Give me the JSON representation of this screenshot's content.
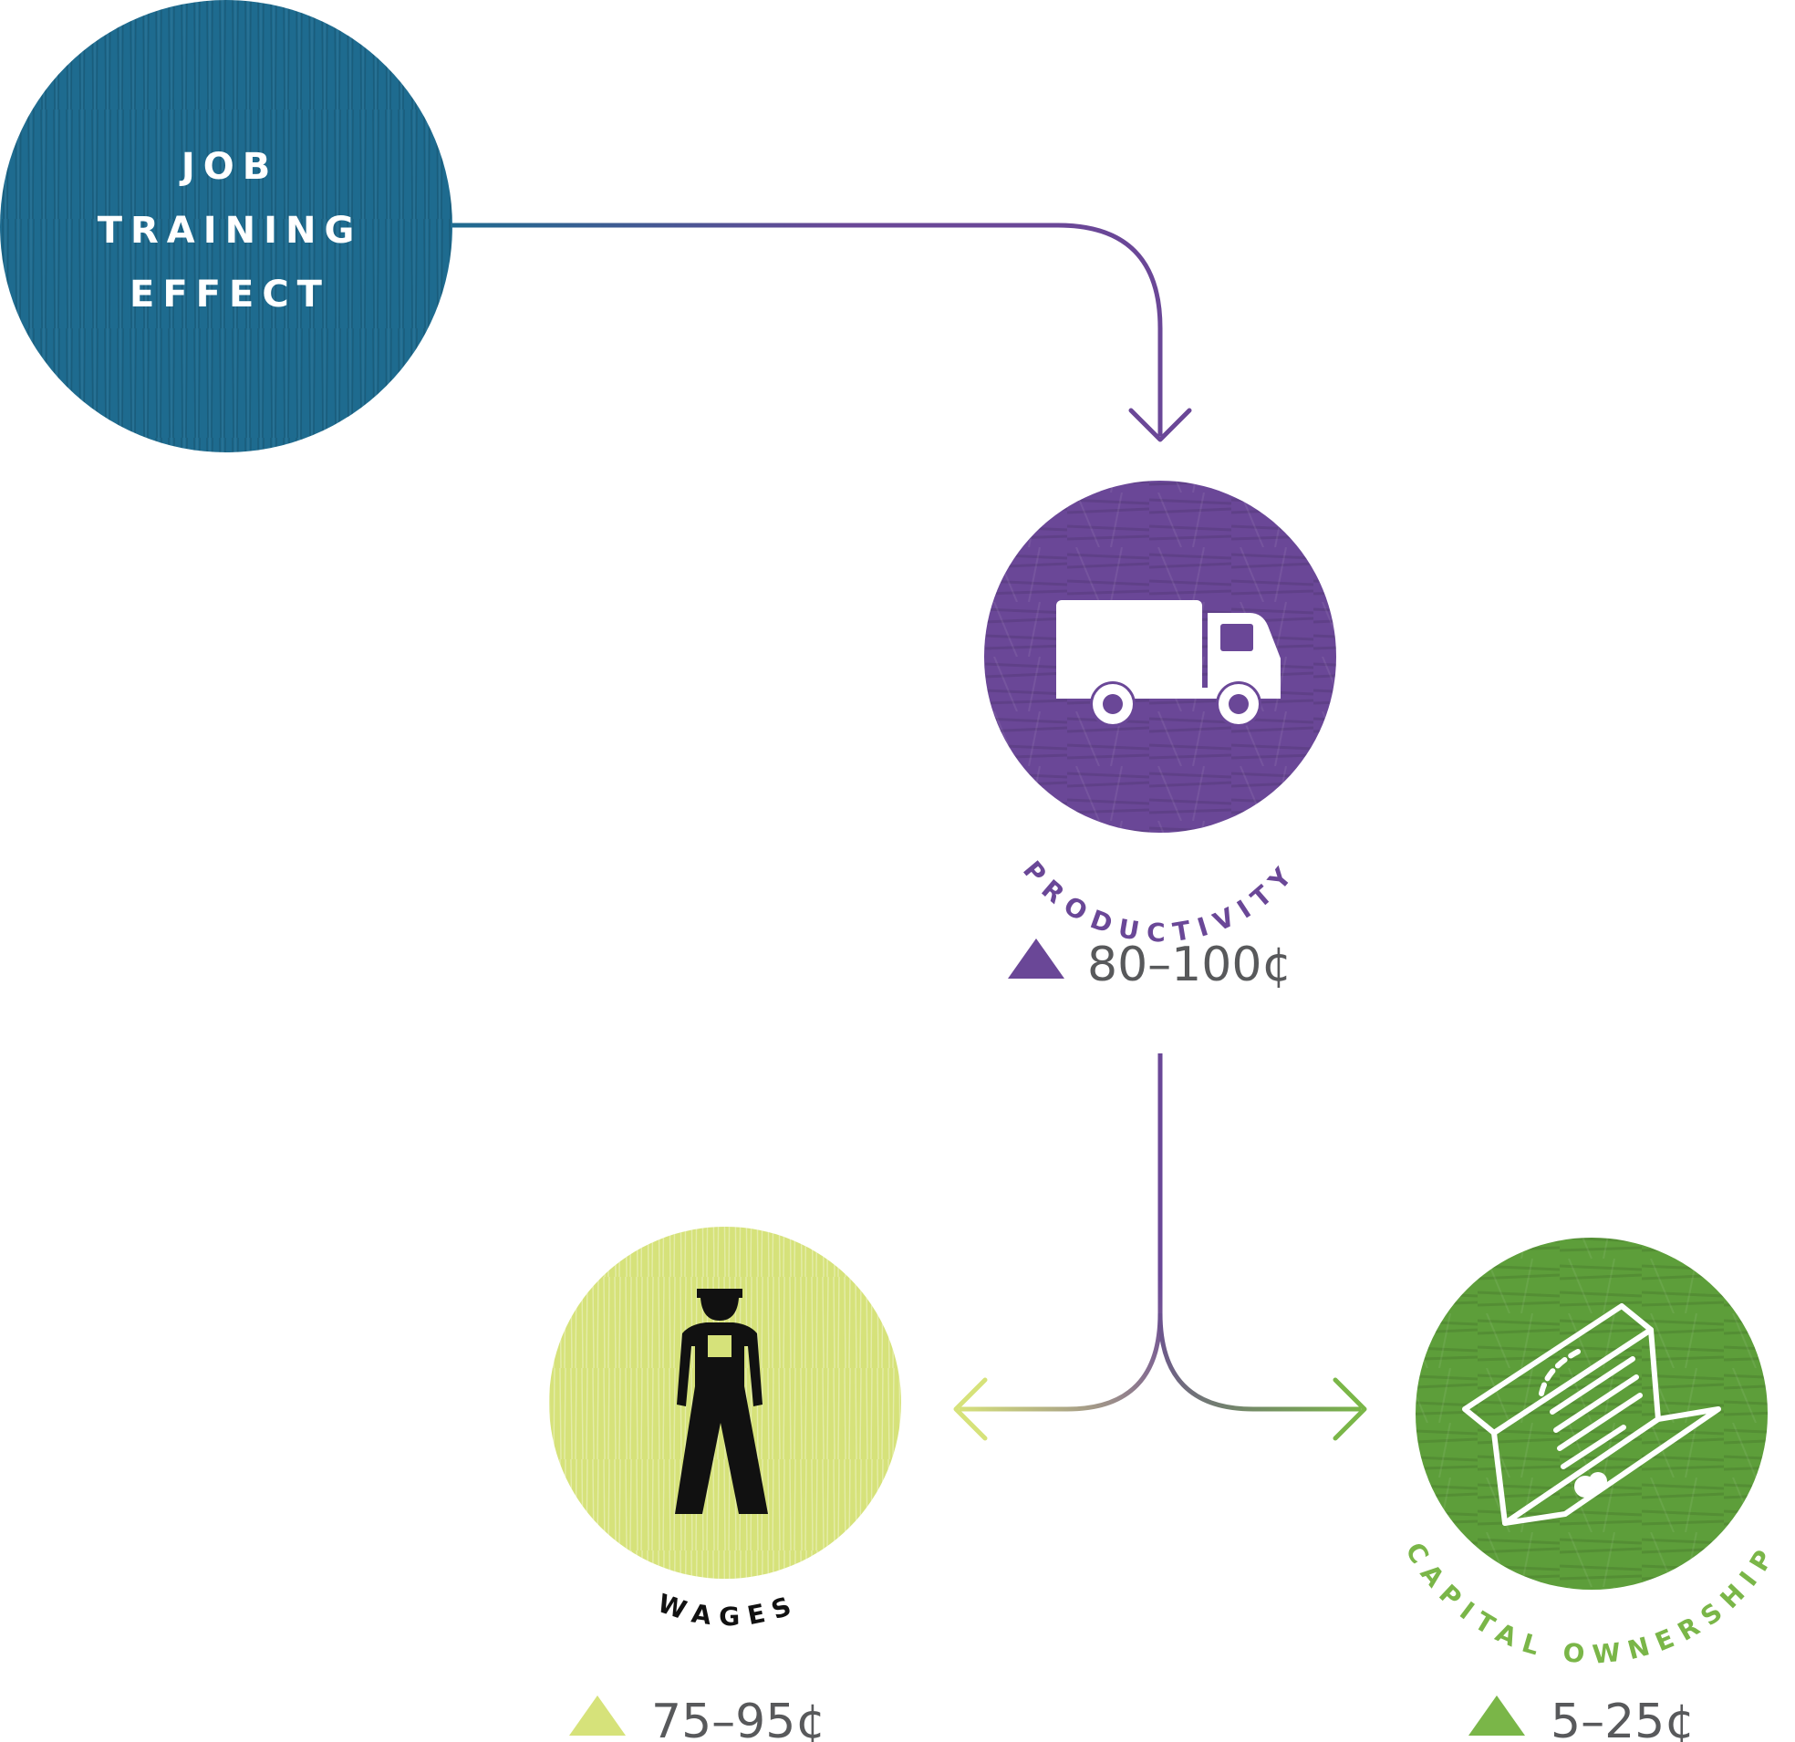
{
  "source": {
    "title_lines": [
      "JOB",
      "TRAINING",
      "EFFECT"
    ],
    "color": "#1e6b8f"
  },
  "nodes": {
    "productivity": {
      "label": "PRODUCTIVITY",
      "value": "80–100¢",
      "color": "#6a4797",
      "icon": "truck-icon"
    },
    "wages": {
      "label": "WAGES",
      "value": "75–95¢",
      "color": "#d6e27a",
      "label_color": "#111111",
      "icon": "worker-icon"
    },
    "capital": {
      "label": "CAPITAL OWNERSHIP",
      "value": "5–25¢",
      "color": "#5d9e3a",
      "label_color": "#7ab648",
      "icon": "stock-certificate-icon"
    }
  },
  "colors": {
    "connector_start": "#1e6b8f",
    "connector_mid": "#6a4797",
    "wages_arrow": "#d6e27a",
    "capital_arrow": "#7ab648",
    "value_text": "#58595b"
  }
}
